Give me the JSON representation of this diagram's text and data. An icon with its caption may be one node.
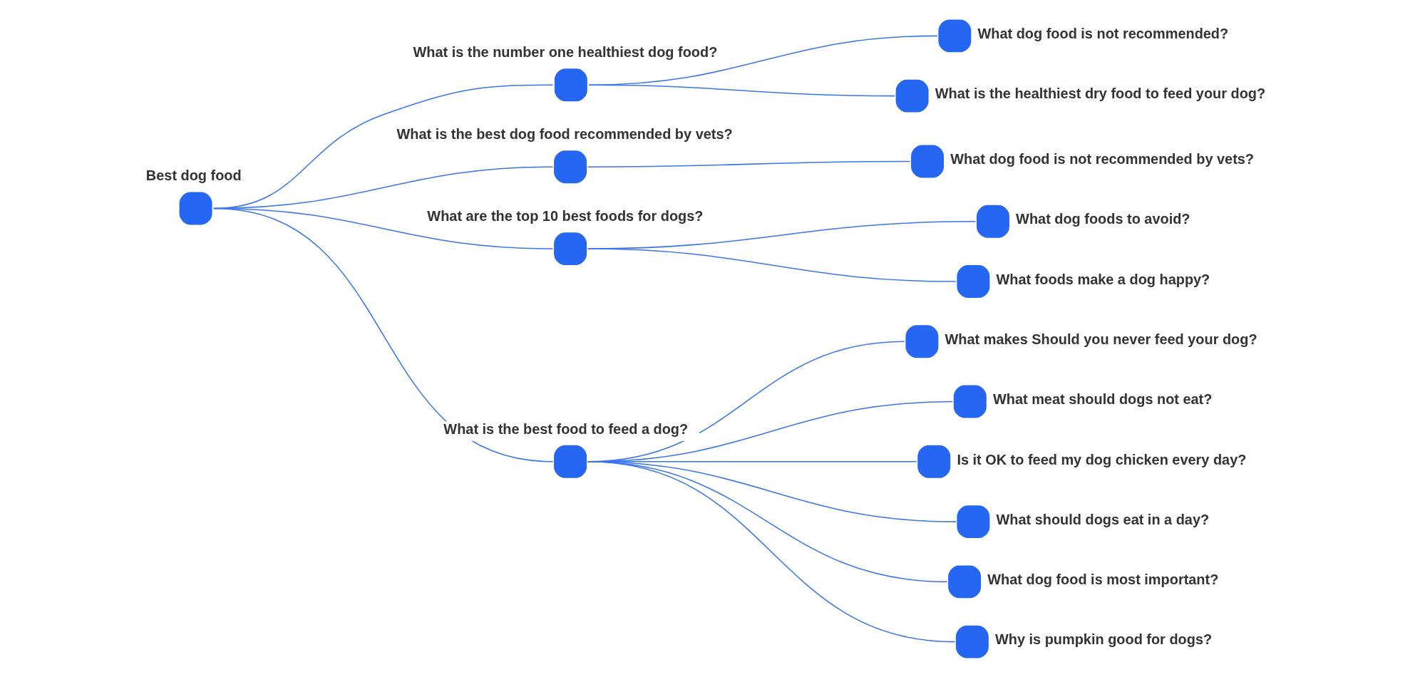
{
  "diagram": {
    "nodes": [
      {
        "text": [
          "Best dog food"
        ]
      },
      {
        "text": [
          "What is the number one healthiest dog food?"
        ]
      },
      {
        "text": [
          "What is the best dog food recommended by vets?"
        ]
      },
      {
        "text": [
          "What are the top 10 best foods for dogs?"
        ]
      },
      {
        "text": [
          "What is the best food to feed a dog?"
        ]
      },
      {
        "text": [
          "What dog food is not recommended?"
        ]
      },
      {
        "text": [
          "What is the healthiest dry food to feed your dog?"
        ]
      },
      {
        "text": [
          "What dog food is not recommended by vets?"
        ]
      },
      {
        "text": [
          "What dog foods to avoid?"
        ]
      },
      {
        "text": [
          "What foods make a dog happy?"
        ]
      },
      {
        "text": [
          "What makes Should you never feed your dog?"
        ]
      },
      {
        "text": [
          "What meat should dogs not eat?"
        ]
      },
      {
        "text": [
          "Is it OK to feed my dog chicken every day?"
        ]
      },
      {
        "text": [
          "What should dogs eat in a day?"
        ]
      },
      {
        "text": [
          "What dog food is most important?"
        ]
      },
      {
        "text": [
          "Why is pumpkin good for dogs?"
        ]
      }
    ],
    "edges": [
      {
        "from": 0,
        "to": 1,
        "arrow": "none"
      },
      {
        "from": 0,
        "to": 2,
        "arrow": "none"
      },
      {
        "from": 0,
        "to": 3,
        "arrow": "none"
      },
      {
        "from": 0,
        "to": 4,
        "arrow": "none"
      },
      {
        "from": 1,
        "to": 5,
        "arrow": "none"
      },
      {
        "from": 1,
        "to": 6,
        "arrow": "none"
      },
      {
        "from": 2,
        "to": 7,
        "arrow": "none"
      },
      {
        "from": 3,
        "to": 8,
        "arrow": "none"
      },
      {
        "from": 3,
        "to": 9,
        "arrow": "none"
      },
      {
        "from": 4,
        "to": 10,
        "arrow": "none"
      },
      {
        "from": 4,
        "to": 11,
        "arrow": "none"
      },
      {
        "from": 4,
        "to": 12,
        "arrow": "none"
      },
      {
        "from": 4,
        "to": 13,
        "arrow": "none"
      },
      {
        "from": 4,
        "to": 14,
        "arrow": "none"
      },
      {
        "from": 4,
        "to": 15,
        "arrow": "none"
      }
    ]
  }
}
